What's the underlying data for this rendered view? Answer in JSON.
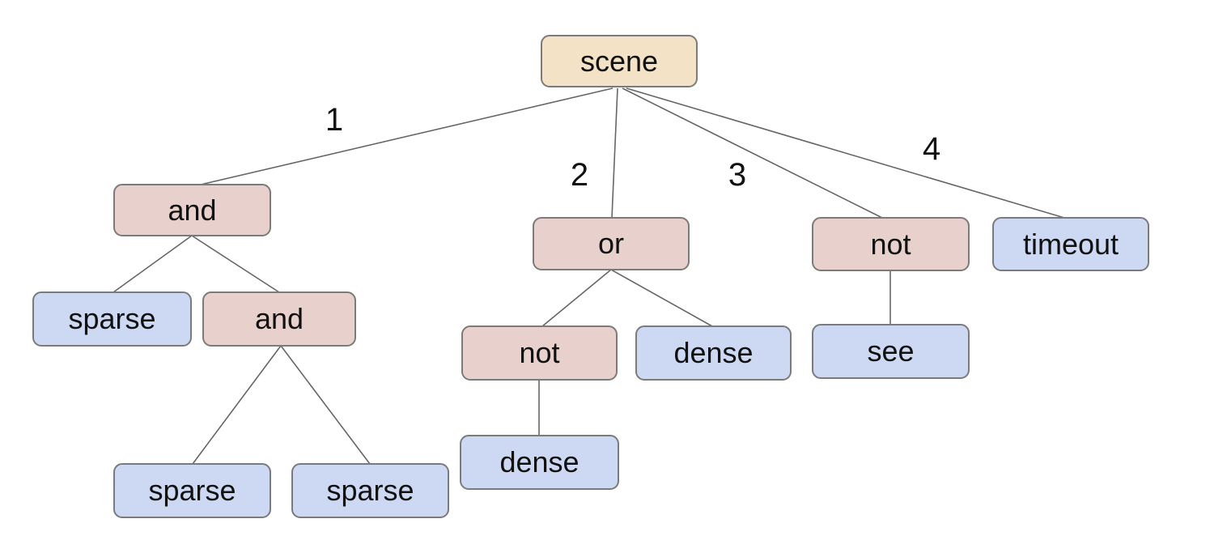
{
  "diagram": {
    "type": "tree",
    "description": "Expression tree with root scene and numbered branches",
    "colors": {
      "background": "#ffffff",
      "root_fill": "#f3e2c6",
      "operator_fill": "#e8d0cc",
      "leaf_fill": "#cdd8f2",
      "node_border": "#7b7b7b",
      "edge_stroke": "#666666",
      "text": "#111111"
    },
    "nodes": [
      {
        "id": "scene",
        "label": "scene",
        "role": "root"
      },
      {
        "id": "and-1",
        "label": "and",
        "role": "operator"
      },
      {
        "id": "or-1",
        "label": "or",
        "role": "operator"
      },
      {
        "id": "not-1",
        "label": "not",
        "role": "operator"
      },
      {
        "id": "timeout-1",
        "label": "timeout",
        "role": "leaf"
      },
      {
        "id": "sparse-1",
        "label": "sparse",
        "role": "leaf"
      },
      {
        "id": "and-2",
        "label": "and",
        "role": "operator"
      },
      {
        "id": "not-2",
        "label": "not",
        "role": "operator"
      },
      {
        "id": "dense-1",
        "label": "dense",
        "role": "leaf"
      },
      {
        "id": "see-1",
        "label": "see",
        "role": "leaf"
      },
      {
        "id": "sparse-2",
        "label": "sparse",
        "role": "leaf"
      },
      {
        "id": "sparse-3",
        "label": "sparse",
        "role": "leaf"
      },
      {
        "id": "dense-2",
        "label": "dense",
        "role": "leaf"
      }
    ],
    "edge_labels": [
      "1",
      "2",
      "3",
      "4"
    ],
    "structure": {
      "root": "scene",
      "children": {
        "scene": [
          "and-1",
          "or-1",
          "not-1",
          "timeout-1"
        ],
        "and-1": [
          "sparse-1",
          "and-2"
        ],
        "and-2": [
          "sparse-2",
          "sparse-3"
        ],
        "or-1": [
          "not-2",
          "dense-1"
        ],
        "not-2": [
          "dense-2"
        ],
        "not-1": [
          "see-1"
        ]
      }
    }
  }
}
